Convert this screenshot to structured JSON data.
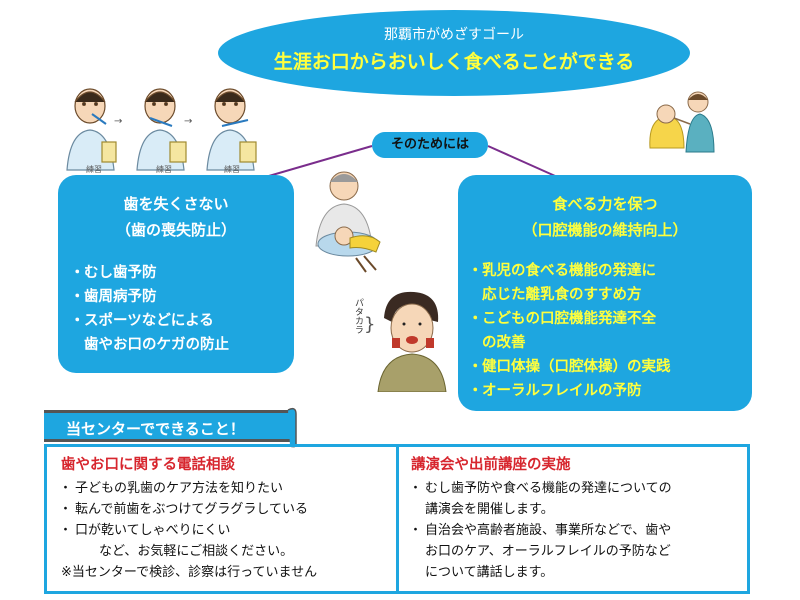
{
  "goal": {
    "subtitle": "那覇市がめざすゴール",
    "title": "生涯お口からおいしく食べることができる"
  },
  "connector_label": "そのためには",
  "left_box": {
    "title": "歯を失くさない",
    "subtitle": "（歯の喪失防止）",
    "items": [
      {
        "text": "むし歯予防"
      },
      {
        "text": "歯周病予防"
      },
      {
        "text": "スポーツなどによる",
        "cont": "歯やお口のケガの防止"
      }
    ]
  },
  "right_box": {
    "title": "食べる力を保つ",
    "subtitle": "（口腔機能の維持向上）",
    "items": [
      {
        "text": "乳児の食べる機能の発達に",
        "cont": "応じた離乳食のすすめ方"
      },
      {
        "text": "こどもの口腔機能発達不全",
        "cont": "の改善"
      },
      {
        "text": "健口体操（口腔体操）の実践"
      },
      {
        "text": "オーラルフレイルの予防"
      }
    ]
  },
  "illustrations": {
    "toothbrush_labels": [
      "練習",
      "練習",
      "練習"
    ],
    "sound_text": "パタカラ"
  },
  "banner": "当センターでできること！",
  "bottom": {
    "left": {
      "title": "歯やお口に関する電話相談",
      "items": [
        "子どもの乳歯のケア方法を知りたい",
        "転んで前歯をぶつけてグラグラしている",
        "口が乾いてしゃべりにくい"
      ],
      "followup": "など、お気軽にご相談ください。",
      "note": "※当センターで検診、診察は行っていません"
    },
    "right": {
      "title": "講演会や出前講座の実施",
      "items": [
        {
          "lines": [
            "むし歯予防や食べる機能の発達についての",
            "講演会を開催します。"
          ]
        },
        {
          "lines": [
            "自治会や高齢者施設、事業所などで、歯や",
            "お口のケア、オーラルフレイルの予防など",
            "について講話します。"
          ]
        }
      ]
    }
  },
  "colors": {
    "primary_blue": "#1ea6e0",
    "highlight_yellow": "#ffff3d",
    "heading_red": "#d7262e"
  }
}
